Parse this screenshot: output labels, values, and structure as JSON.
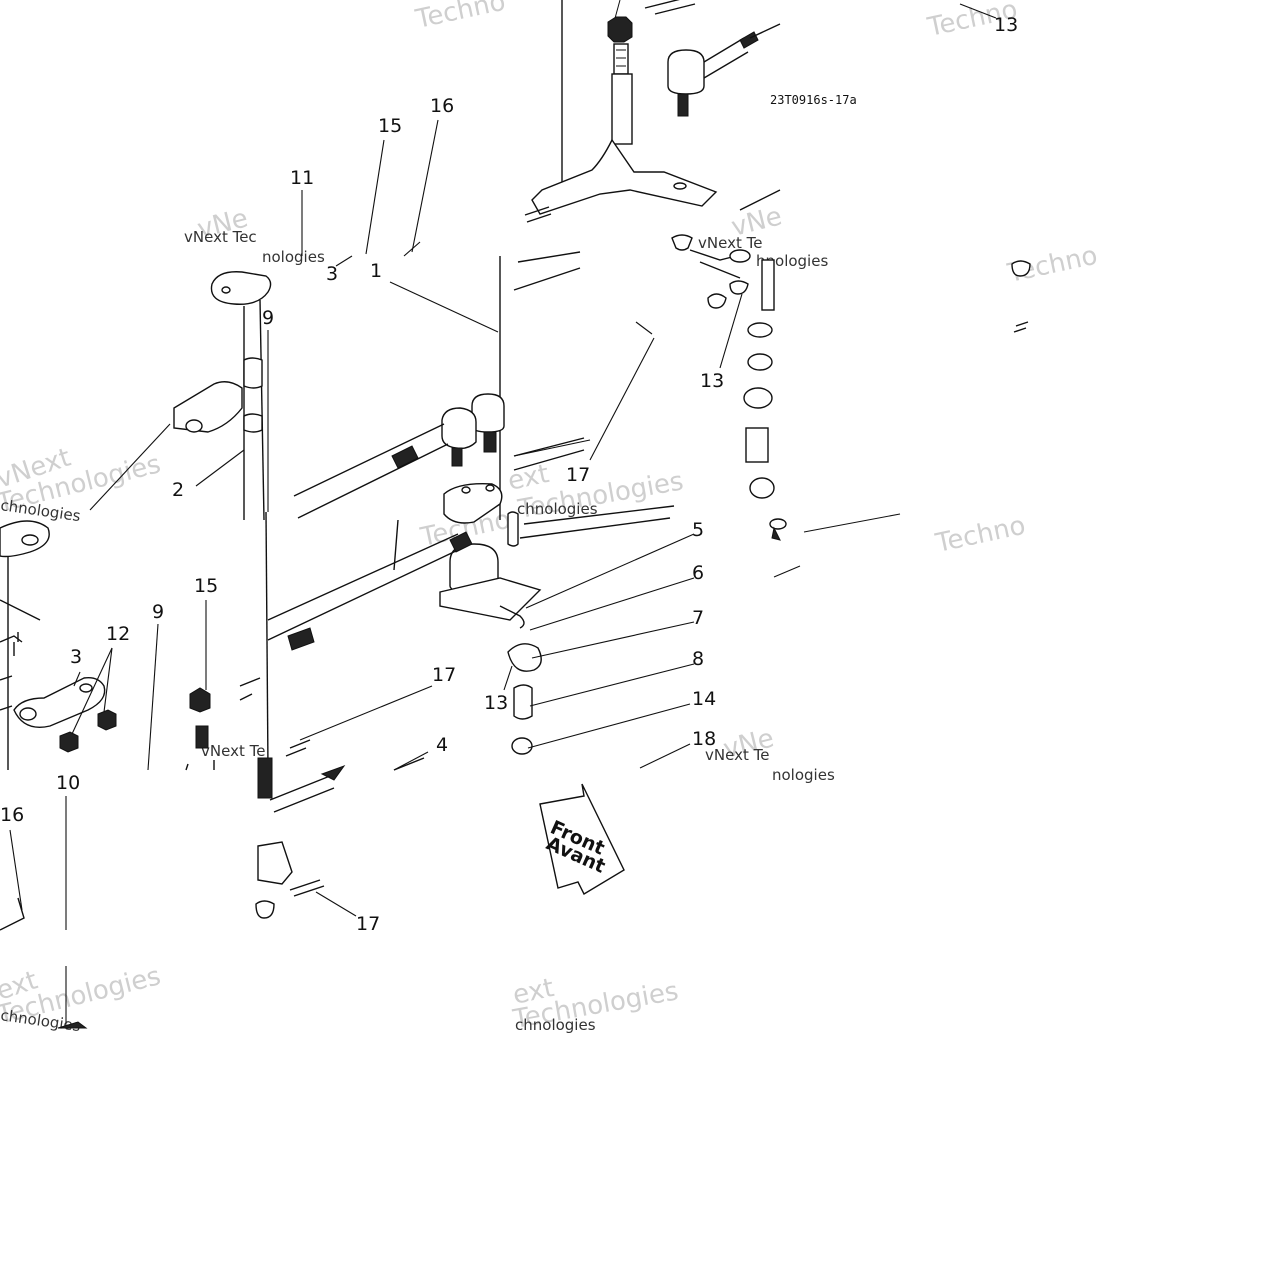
{
  "drawing_code": "23T0916s-17a",
  "arrow": {
    "line1": "Front",
    "line2": "Avant"
  },
  "watermarks": {
    "big": "vNext Technologies",
    "fragments": [
      "Technologies",
      "vNext",
      "Techno",
      "Techno",
      "Technologies",
      "Technologies",
      "ext",
      "Technologies",
      "vNe",
      "Techno",
      "Techno",
      "Techno",
      "ext",
      "Technologies"
    ],
    "small": [
      "vNext Tec",
      "nologies",
      "vNext Te",
      "hnologies",
      "chnologies",
      "vNext Tec",
      "vNext Te",
      "nologies",
      "vNext Te",
      "chnologies",
      "ologies"
    ]
  },
  "callouts": {
    "c1": "1",
    "c2": "2",
    "c3a": "3",
    "c3b": "3",
    "c4": "4",
    "c5": "5",
    "c6": "6",
    "c7": "7",
    "c8": "8",
    "c9a": "9",
    "c9b": "9",
    "c10": "10",
    "c11": "11",
    "c12": "12",
    "c13a": "13",
    "c13b": "13",
    "c13c": "13",
    "c14": "14",
    "c15a": "15",
    "c15b": "15",
    "c16a": "16",
    "c16b": "16",
    "c17a": "17",
    "c17b": "17",
    "c17c": "17",
    "c18": "18"
  }
}
